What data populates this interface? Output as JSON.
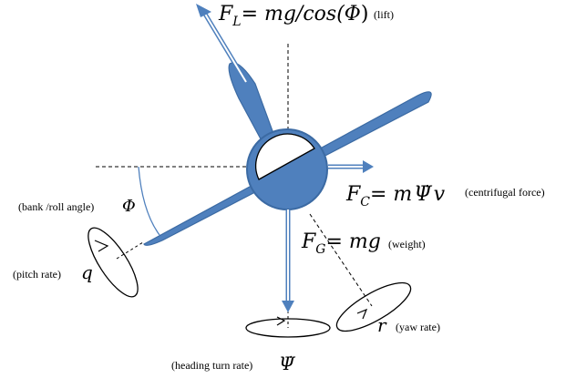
{
  "colors": {
    "aircraft_fill": "#4f80bd",
    "aircraft_stroke": "#3b6aa3",
    "arrow_stroke": "#4f80bd",
    "line": "#000000",
    "canopy": "#ffffff"
  },
  "forces": {
    "lift": {
      "symbol": "F",
      "subscript": "L",
      "expression": "= mg/cos(",
      "angle": "Φ",
      "close": ")",
      "note": "(lift)"
    },
    "centrifugal": {
      "symbol": "F",
      "subscript": "C",
      "expression": "= m",
      "rate": "Ψ̇",
      "velocity": "v",
      "note": "(centrifugal force)"
    },
    "gravity": {
      "symbol": "F",
      "subscript": "G",
      "expression": "= mg",
      "note": "(weight)"
    }
  },
  "angles": {
    "bank": {
      "note": "(bank /roll angle)",
      "symbol": "Φ"
    }
  },
  "rates": {
    "pitch": {
      "note": "(pitch rate)",
      "symbol": "q"
    },
    "yaw": {
      "symbol": "r",
      "note": "(yaw rate)"
    },
    "heading": {
      "note": "(heading turn rate)",
      "symbol": "Ψ̇"
    }
  },
  "icons": [
    "aircraft-icon",
    "lift-arrow-icon",
    "centrifugal-arrow-icon",
    "weight-arrow-icon",
    "pitch-rotation-icon",
    "yaw-rotation-icon",
    "heading-rotation-icon"
  ]
}
